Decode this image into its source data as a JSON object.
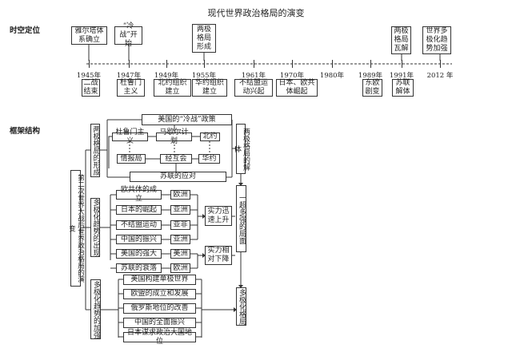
{
  "title": "现代世界政治格局的演变",
  "section1": "时空定位",
  "section2": "框架结构",
  "timeline": {
    "years": [
      "1945年",
      "1947年",
      "1949年",
      "1955年",
      "1961年",
      "1970年",
      "1980年",
      "1989年",
      "1991年",
      "2012 年"
    ],
    "above": [
      "雅尔塔体系确立",
      "“冷战”开始",
      "两极格局形成",
      "两极格局瓦解",
      "世界多极化趋势加强"
    ],
    "below": [
      "二战结束",
      "杜鲁门主义",
      "北约组织建立",
      "华约组织建立",
      "不结盟运动兴起",
      "日本、欧共体崛起",
      "东欧剧变",
      "苏联解体"
    ]
  },
  "framework": {
    "root": "第二次世界大战后世界政治格局的演变",
    "bipolar": {
      "title": "两极格局的形成",
      "us_policy": "美国的“冷战”政策",
      "us": [
        "杜鲁门主义",
        "马歇尔计划",
        "北约"
      ],
      "ussr": [
        "情报局",
        "经互会",
        "华约"
      ],
      "ussr_response": "苏联的应对",
      "result": "两极格局的解体"
    },
    "emerging": {
      "title": "多极化趋势的出现",
      "rows": [
        [
          "欧共体的成立",
          "欧洲"
        ],
        [
          "日本的崛起",
          "亚洲"
        ],
        [
          "不结盟运动",
          "亚非"
        ],
        [
          "中国的振兴",
          "亚洲"
        ],
        [
          "美国的强大",
          "美洲"
        ],
        [
          "苏联的衰落",
          "欧洲"
        ]
      ],
      "rise": "实力迅速上升",
      "decline": "实力相对下降",
      "result": "一超多强的局面"
    },
    "strengthening": {
      "title": "多极化趋势的加强",
      "items": [
        "美国构建单极世界",
        "欧盟的成立和发展",
        "俄罗斯地位的改善",
        "中国的全面振兴",
        "日本谋求政治大国地位"
      ],
      "result": "多极化格局"
    }
  }
}
